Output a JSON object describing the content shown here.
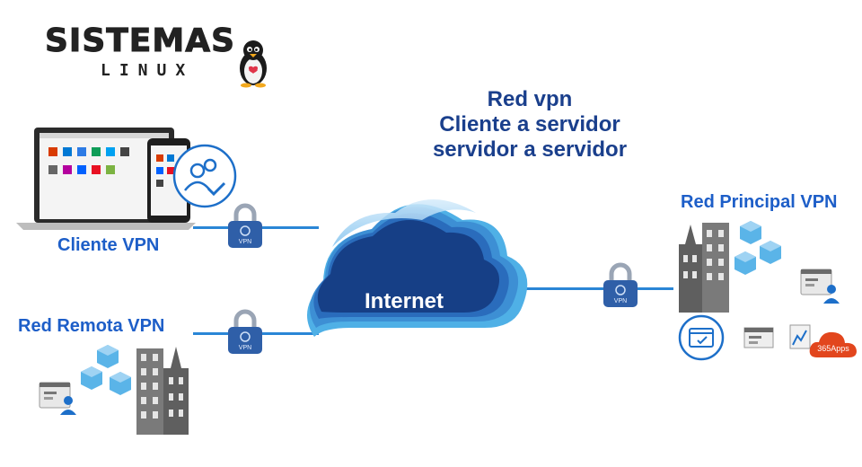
{
  "brand": {
    "title": "SISTEMAS",
    "subtitle": "LINUX",
    "mascot": "penguin-icon"
  },
  "headline": {
    "line1": "Red vpn",
    "line2": "Cliente a servidor",
    "line3": "servidor a servidor"
  },
  "cloud": {
    "label": "Internet"
  },
  "nodes": {
    "client": "Cliente VPN",
    "remote": "Red Remota VPN",
    "main": "Red Principal VPN"
  },
  "lock_label": "VPN",
  "office_badge": "365Apps",
  "colors": {
    "accent": "#1d5ec8",
    "headline": "#1a3f8c",
    "line": "#2a86d6",
    "lock": "#2f5fa8"
  }
}
